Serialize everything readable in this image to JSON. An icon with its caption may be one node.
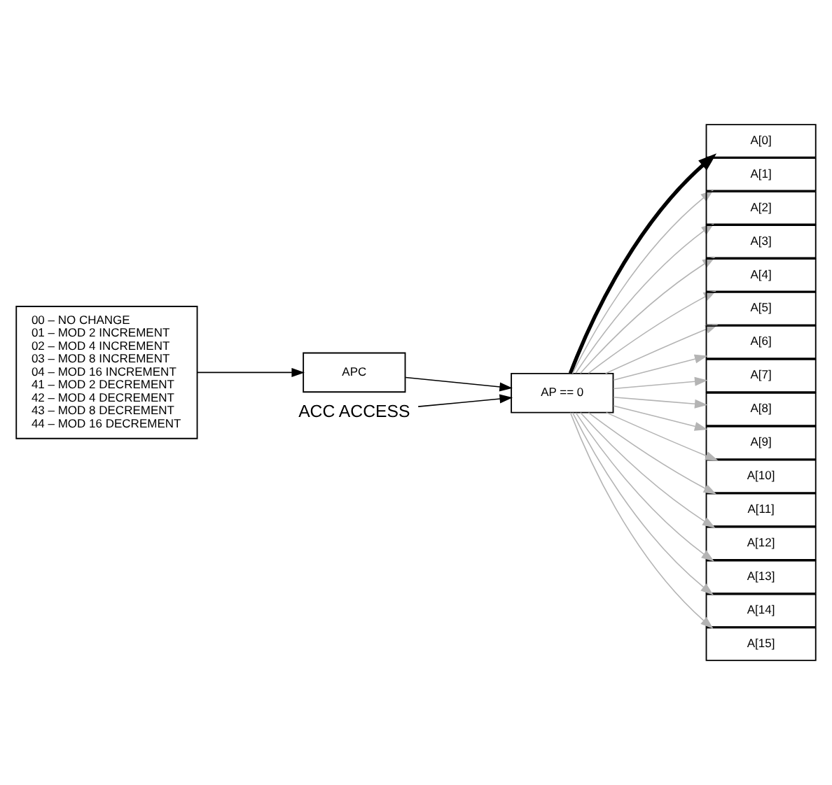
{
  "diagram": {
    "nodes": [
      {
        "text": [
          "00 – NO CHANGE",
          "01 – MOD 2 INCREMENT",
          "02 – MOD 4 INCREMENT",
          "03 – MOD 8 INCREMENT",
          "04 – MOD 16 INCREMENT",
          "41 – MOD 2 DECREMENT",
          "42 – MOD 4 DECREMENT",
          "43 – MOD 8 DECREMENT",
          "44 – MOD 16 DECREMENT"
        ]
      },
      {
        "text": [
          "ACC ACCESS"
        ]
      },
      {
        "text": [
          "AP == 0"
        ]
      },
      {
        "text": [
          "APC"
        ]
      },
      {
        "text": [
          "A[0]"
        ]
      },
      {
        "text": [
          "A[1]"
        ]
      },
      {
        "text": [
          "A[2]"
        ]
      },
      {
        "text": [
          "A[3]"
        ]
      },
      {
        "text": [
          "A[4]"
        ]
      },
      {
        "text": [
          "A[5]"
        ]
      },
      {
        "text": [
          "A[6]"
        ]
      },
      {
        "text": [
          "A[7]"
        ]
      },
      {
        "text": [
          "A[8]"
        ]
      },
      {
        "text": [
          "A[9]"
        ]
      },
      {
        "text": [
          "A[10]"
        ]
      },
      {
        "text": [
          "A[11]"
        ]
      },
      {
        "text": [
          "A[12]"
        ]
      },
      {
        "text": [
          "A[13]"
        ]
      },
      {
        "text": [
          "A[14]"
        ]
      },
      {
        "text": [
          "A[15]"
        ]
      }
    ],
    "edges": [
      {
        "from": 0,
        "to": 3,
        "arrow": "to",
        "color": "#000000"
      },
      {
        "from": 3,
        "to": 2,
        "arrow": "to",
        "color": "#000000"
      },
      {
        "from": 1,
        "to": 2,
        "arrow": "to",
        "color": "#000000"
      },
      {
        "from": 2,
        "to": 4,
        "arrow": "to",
        "style": "thick",
        "color": "#000000"
      },
      {
        "from": 2,
        "to": 5,
        "arrow": "to",
        "color": "#b4b4b4"
      },
      {
        "from": 2,
        "to": 6,
        "arrow": "to",
        "color": "#b4b4b4"
      },
      {
        "from": 2,
        "to": 7,
        "arrow": "to",
        "color": "#b4b4b4"
      },
      {
        "from": 2,
        "to": 8,
        "arrow": "to",
        "color": "#b4b4b4"
      },
      {
        "from": 2,
        "to": 9,
        "arrow": "to",
        "color": "#b4b4b4"
      },
      {
        "from": 2,
        "to": 10,
        "arrow": "to",
        "color": "#b4b4b4"
      },
      {
        "from": 2,
        "to": 11,
        "arrow": "to",
        "color": "#b4b4b4"
      },
      {
        "from": 2,
        "to": 12,
        "arrow": "to",
        "color": "#b4b4b4"
      },
      {
        "from": 2,
        "to": 13,
        "arrow": "to",
        "color": "#b4b4b4"
      },
      {
        "from": 2,
        "to": 14,
        "arrow": "to",
        "color": "#b4b4b4"
      },
      {
        "from": 2,
        "to": 15,
        "arrow": "to",
        "color": "#b4b4b4"
      },
      {
        "from": 2,
        "to": 16,
        "arrow": "to",
        "color": "#b4b4b4"
      },
      {
        "from": 2,
        "to": 17,
        "arrow": "to",
        "color": "#b4b4b4"
      },
      {
        "from": 2,
        "to": 18,
        "arrow": "to",
        "color": "#b4b4b4"
      },
      {
        "from": 2,
        "to": 19,
        "arrow": "to",
        "color": "#b4b4b4"
      }
    ]
  }
}
